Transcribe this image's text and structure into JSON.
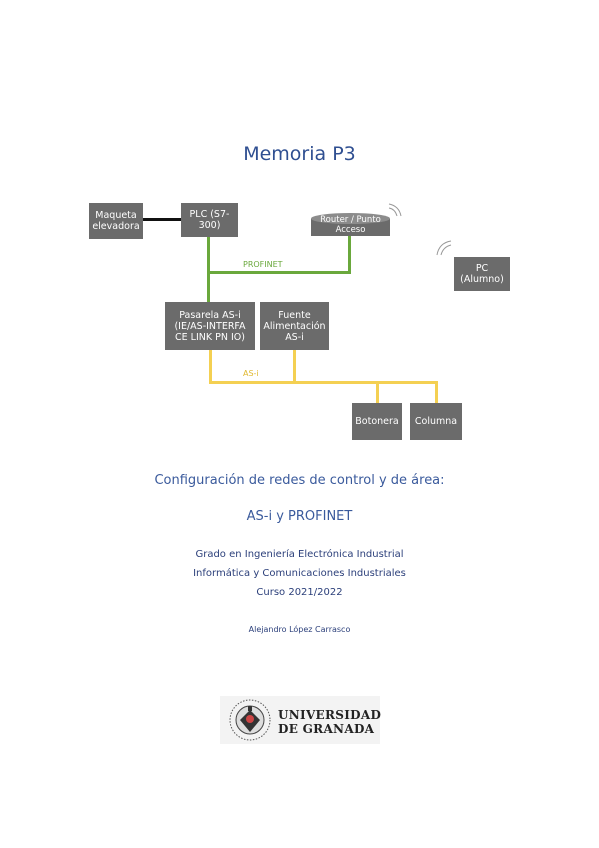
{
  "document": {
    "title": "Memoria P3",
    "subtitle_line1": "Configuración de redes de control y de área:",
    "subtitle_line2": "AS-i y PROFINET",
    "degree": "Grado en Ingeniería Electrónica Industrial",
    "course_name": "Informática y Comunicaciones Industriales",
    "academic_year": "Curso 2021/2022",
    "author": "Alejandro López Carrasco"
  },
  "diagram": {
    "nodes": {
      "maqueta": "Maqueta elevadora",
      "plc": "PLC (S7-300)",
      "router": "Router / Punto Acceso",
      "pc": "PC (Alumno)",
      "pasarela": "Pasarela AS-i (IE/AS-INTERFA CE LINK PN IO)",
      "fuente": "Fuente Alimentación AS-i",
      "botonera": "Botonera",
      "columna": "Columna"
    },
    "bus_labels": {
      "profinet": "PROFINET",
      "asi": "AS-i"
    },
    "colors": {
      "profinet": "#6aa83c",
      "asi": "#f4d052",
      "node": "#6b6b6b"
    }
  },
  "logo": {
    "line1": "UNIVERSIDAD",
    "line2": "DE GRANADA",
    "icon": "university-crest-icon"
  }
}
